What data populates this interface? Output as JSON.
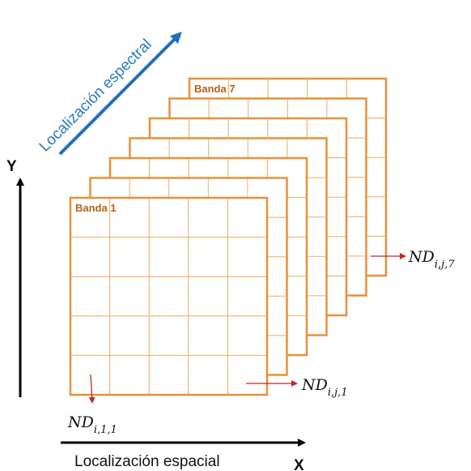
{
  "bands": {
    "first_label": "Banda 1",
    "last_label": "Banda 7",
    "count": 7
  },
  "axes": {
    "y_label": "Y",
    "x_label": "X",
    "spatial_label": "Localización espacial",
    "spectral_label": "Localización espectral"
  },
  "pixel_values": {
    "top_right": {
      "base": "ND",
      "sub": "i,j,7"
    },
    "bottom_right": {
      "base": "ND",
      "sub": "i,j,1"
    },
    "bottom_left": {
      "base": "ND",
      "sub": "i,1,1"
    }
  },
  "colors": {
    "band_stroke": "#e8903a",
    "band_label": "#b5621a",
    "spectral_arrow": "#1f6fbf",
    "pointer_arrow": "#c0282a"
  }
}
